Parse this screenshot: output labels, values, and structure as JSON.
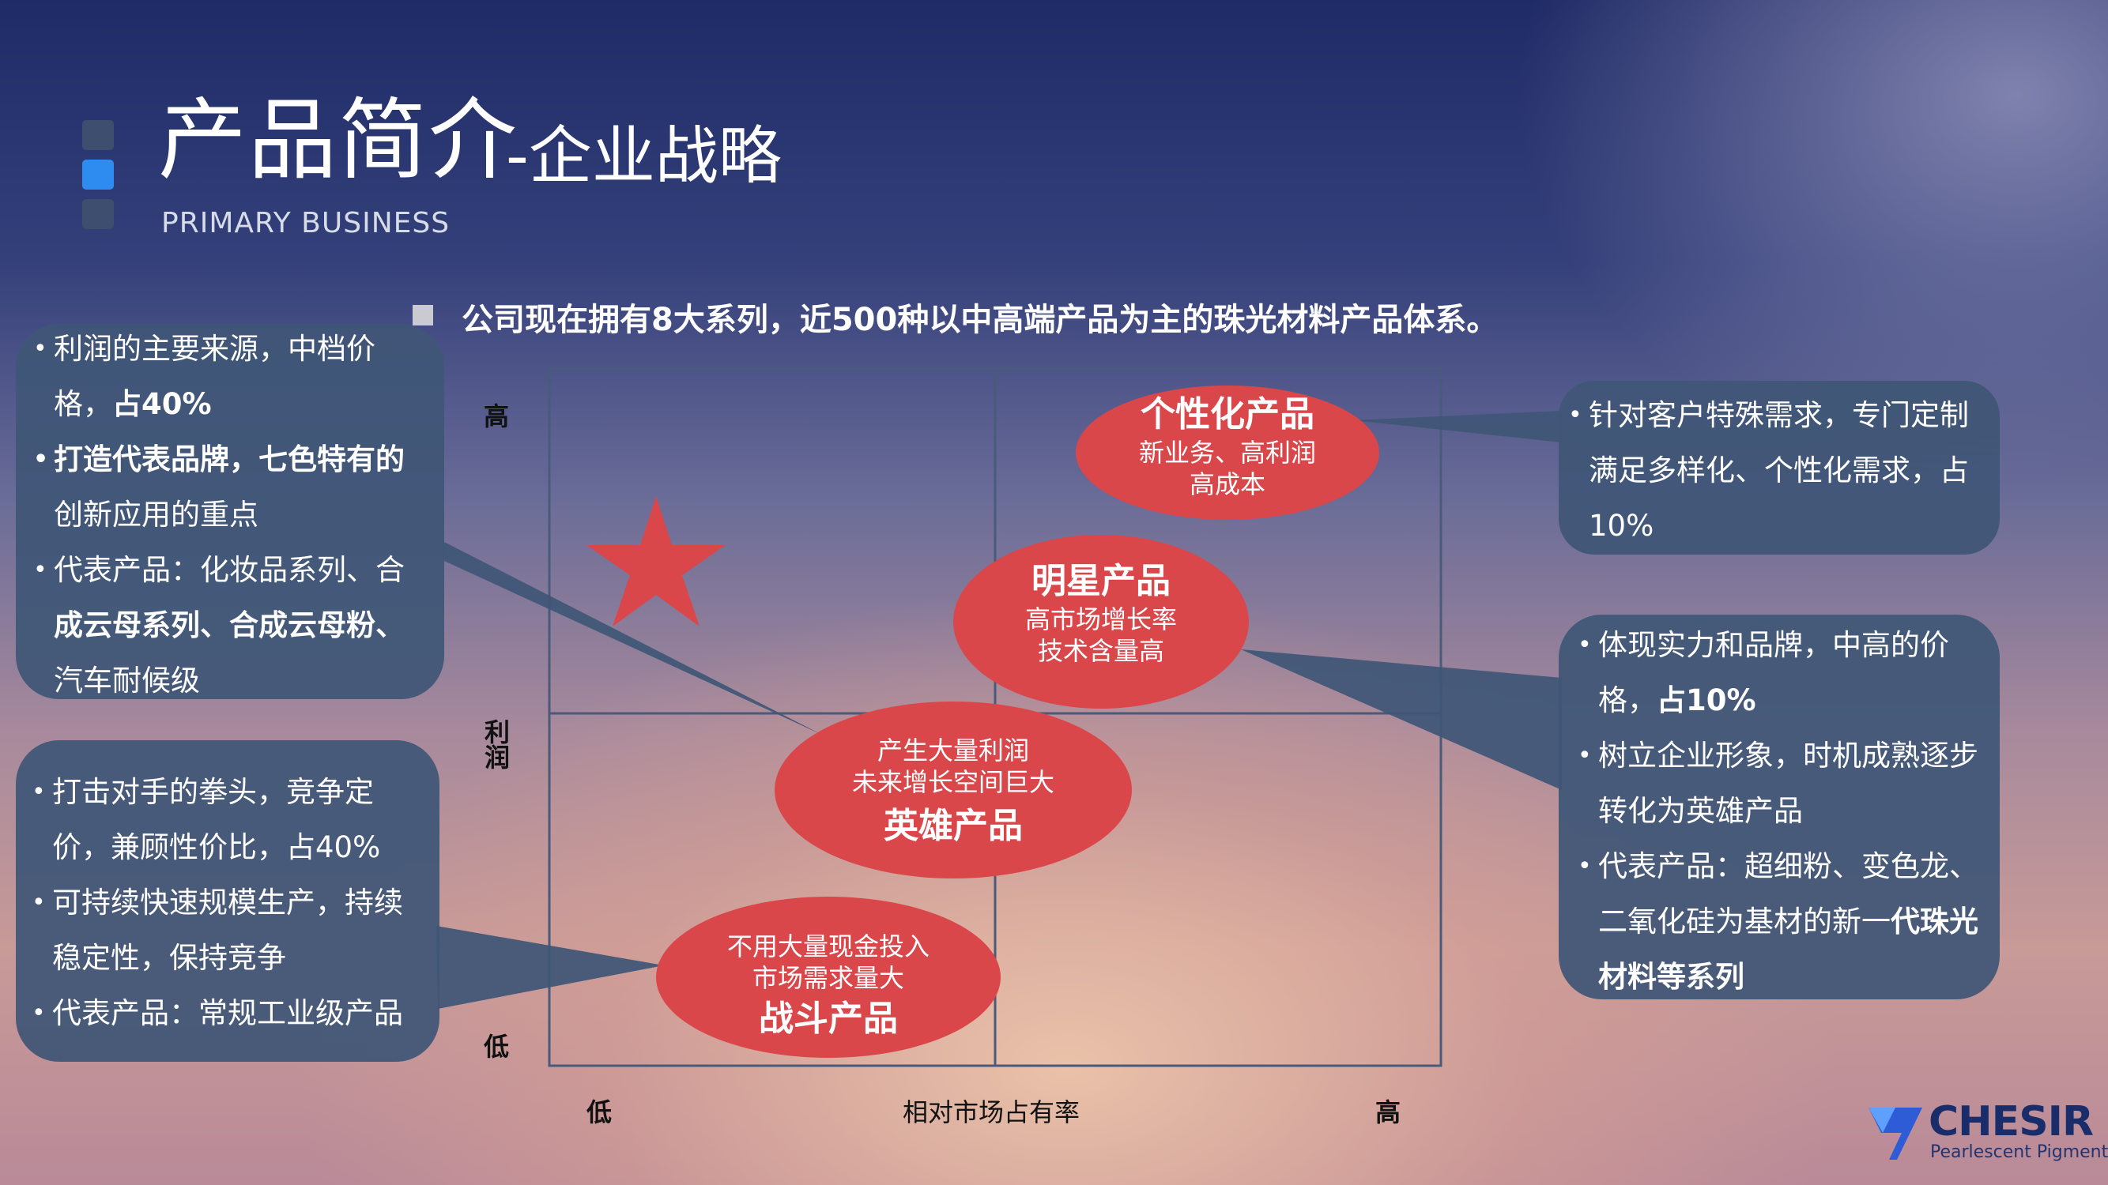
{
  "header": {
    "title_main": "产品简介",
    "title_sub": "-企业战略",
    "subtitle": "PRIMARY BUSINESS"
  },
  "intro": "公司现在拥有8大系列，近500种以中高端产品为主的珠光材料产品体系。",
  "matrix": {
    "y_axis_label": "利润",
    "y_high": "高",
    "y_low": "低",
    "x_axis_label": "相对市场占有率",
    "x_low": "低",
    "x_high": "高"
  },
  "quadrants": {
    "personal": {
      "name": "个性化产品",
      "line1": "新业务、高利润",
      "line2": "高成本"
    },
    "star": {
      "name": "明星产品",
      "line1": "高市场增长率",
      "line2": "技术含量高"
    },
    "hero": {
      "line1": "产生大量利润",
      "line2": "未来增长空间巨大",
      "name": "英雄产品"
    },
    "battle": {
      "line1": "不用大量现金投入",
      "line2": "市场需求量大",
      "name": "战斗产品"
    }
  },
  "callouts": {
    "hero": {
      "b1": "利润的主要来源，中档价格，",
      "b1_bold": "占40%",
      "b2_bold": "打造代表品牌，七色特有的",
      "b2": "创新应用的重点",
      "b3": "代表产品：化妆品系列、合",
      "b3_bold": "成云母系列、合成云母粉、",
      "b3_tail": "汽车耐候级"
    },
    "battle": {
      "b1": "打击对手的拳头，竞争定价，兼顾性价比，占40%",
      "b2": "可持续快速规模生产，持续稳定性，保持竞争",
      "b3": "代表产品：常规工业级产品"
    },
    "personal": {
      "b1": "针对客户特殊需求，专门定制满足多样化、个性化需求，占10%"
    },
    "star": {
      "b1": "体现实力和品牌，中高的价格，",
      "b1_bold": "占10%",
      "b2": "树立企业形象，时机成熟逐步转化为英雄产品",
      "b3": "代表产品：超细粉、变色龙、二氧化硅为基材的新一",
      "b3_bold": "代珠光材料等系列"
    }
  },
  "logo": {
    "name": "CHESIR",
    "tagline": "Pearlescent Pigment"
  },
  "colors": {
    "ellipse": "#d9474b",
    "callout": "#3f5676",
    "accent": "#2e8bf0"
  }
}
